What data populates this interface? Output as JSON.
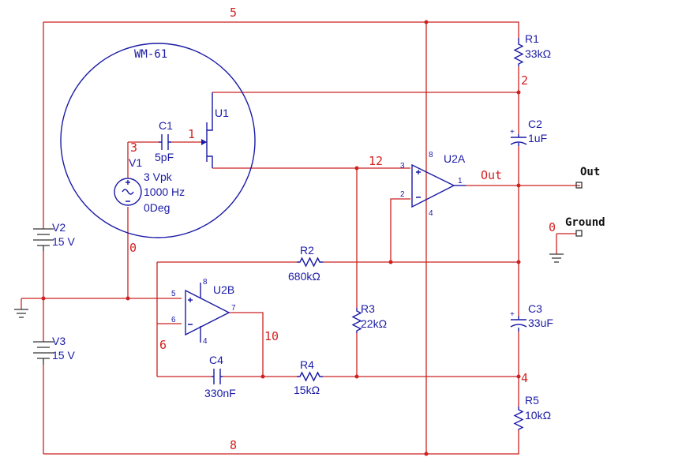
{
  "microphone": {
    "label": "WM-61"
  },
  "nets": {
    "n5": "5",
    "n2": "2",
    "n1": "1",
    "n3": "3",
    "n12": "12",
    "out": "Out",
    "n0a": "0",
    "n0b": "0",
    "n10": "10",
    "n6": "6",
    "n4": "4",
    "n8": "8"
  },
  "ports": {
    "out": "Out",
    "ground": "Ground"
  },
  "components": {
    "r1": {
      "ref": "R1",
      "value": "33kΩ"
    },
    "r2": {
      "ref": "R2",
      "value": "680kΩ"
    },
    "r3": {
      "ref": "R3",
      "value": "22kΩ"
    },
    "r4": {
      "ref": "R4",
      "value": "15kΩ"
    },
    "r5": {
      "ref": "R5",
      "value": "10kΩ"
    },
    "c1": {
      "ref": "C1",
      "value": "5pF"
    },
    "c2": {
      "ref": "C2",
      "value": "1uF"
    },
    "c3": {
      "ref": "C3",
      "value": "33uF"
    },
    "c4": {
      "ref": "C4",
      "value": "330nF"
    },
    "v1": {
      "ref": "V1",
      "amp": "3 Vpk",
      "freq": "1000 Hz",
      "phase": "0Deg"
    },
    "v2": {
      "ref": "V2",
      "value": "15 V"
    },
    "v3": {
      "ref": "V3",
      "value": "15 V"
    },
    "u1": {
      "ref": "U1"
    },
    "u2a": {
      "ref": "U2A",
      "pins": {
        "p3": "3",
        "p2": "2",
        "p8": "8",
        "p4": "4",
        "p1": "1"
      }
    },
    "u2b": {
      "ref": "U2B",
      "pins": {
        "p5": "5",
        "p6": "6",
        "p8": "8",
        "p4": "4",
        "p7": "7"
      }
    }
  }
}
